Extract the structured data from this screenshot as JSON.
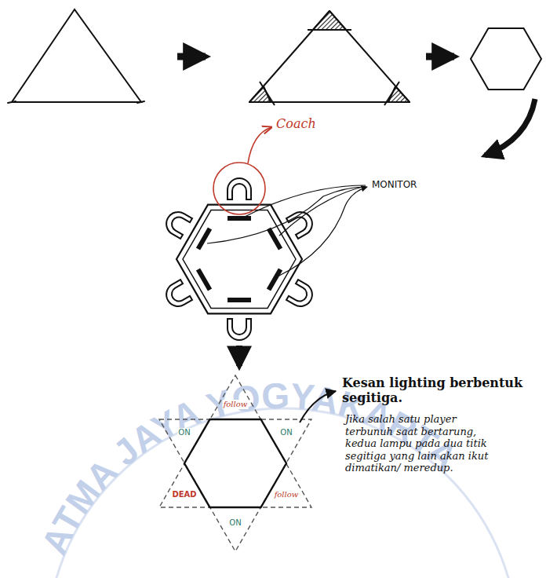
{
  "diagram": {
    "labels": [
      "Coach",
      "MONITOR",
      "follow",
      "ON",
      "ON",
      "DEAD",
      "follow",
      "ON",
      "Kesan lighting berbentuk segitiga.",
      "Jika salah satu player terbunuh saat bertarung, kedua lampu pada dua titik segitiga yang lain akan ikut dimatikan/ meredup.",
      "ATMA JAYA YOGYAKARTA"
    ]
  }
}
